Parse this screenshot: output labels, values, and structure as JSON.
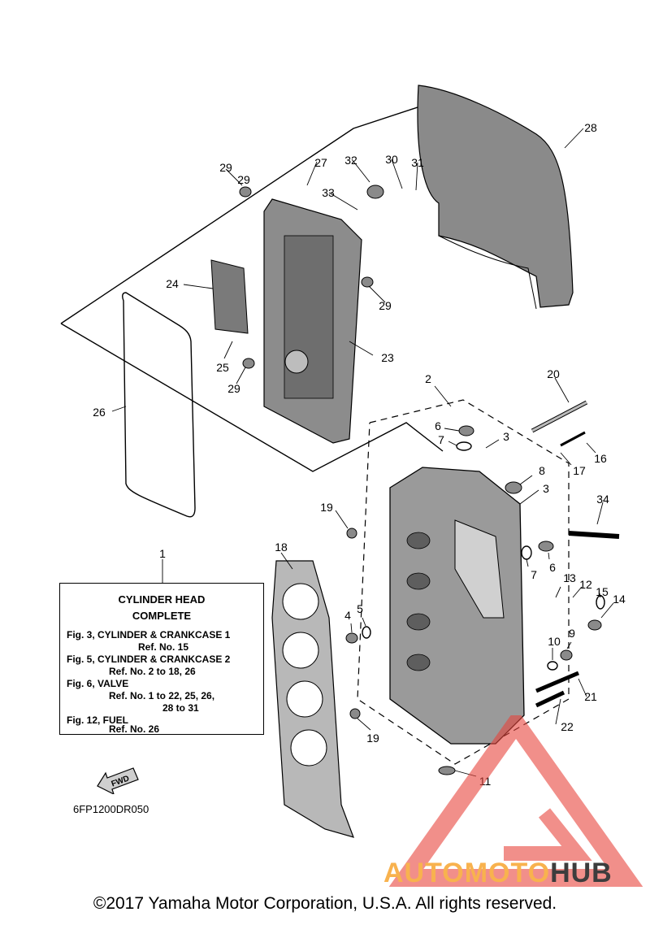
{
  "diagram": {
    "callouts": [
      "1",
      "2",
      "3",
      "3",
      "4",
      "5",
      "6",
      "6",
      "7",
      "7",
      "8",
      "9",
      "10",
      "11",
      "12",
      "13",
      "14",
      "15",
      "16",
      "17",
      "18",
      "19",
      "19",
      "20",
      "21",
      "22",
      "23",
      "24",
      "25",
      "26",
      "27",
      "28",
      "29",
      "29",
      "29",
      "29",
      "30",
      "31",
      "32",
      "33",
      "34"
    ],
    "diagram_code": "6FP1200DR050",
    "fwd_label": "FWD"
  },
  "reference_box": {
    "title_line1": "CYLINDER HEAD",
    "title_line2": "COMPLETE",
    "lines": [
      "Fig. 3, CYLINDER & CRANKCASE 1",
      "Ref. No. 15",
      "Fig. 5, CYLINDER & CRANKCASE 2",
      "Ref. No. 2 to 18, 26",
      "Fig. 6, VALVE",
      "Ref. No. 1 to 22, 25, 26,",
      "28 to 31",
      "Fig. 12, FUEL",
      "Ref. No. 26"
    ]
  },
  "footer": {
    "copyright": "©2017 Yamaha Motor Corporation, U.S.A. All rights reserved."
  },
  "watermark": {
    "brand_part1": "AUTOMOTO",
    "brand_part2": "HUB",
    "colors": {
      "triangle": "#e8453c",
      "text_orange": "#f8b24e",
      "text_dark": "#3d3d3d"
    }
  }
}
